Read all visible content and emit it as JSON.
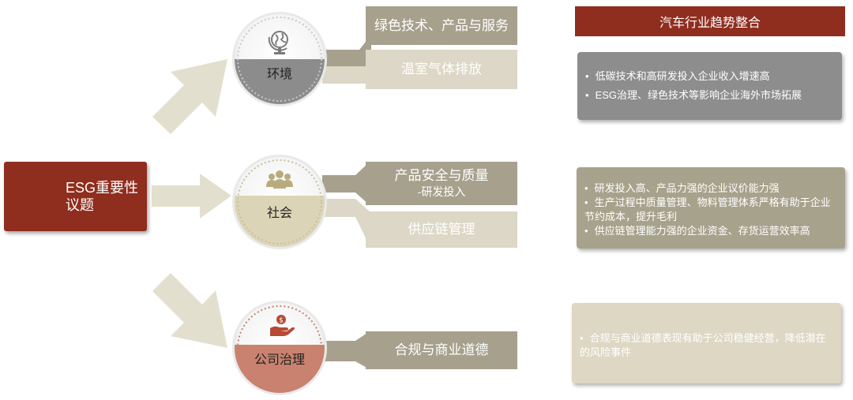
{
  "root": {
    "label": "ESG重要性议题",
    "icon": "storefront-icon"
  },
  "pillars": [
    {
      "label": "环境",
      "icon": "globe-icon",
      "topics": [
        {
          "label": "绿色技术、产品与服务"
        },
        {
          "label": "温室气体排放"
        }
      ]
    },
    {
      "label": "社会",
      "icon": "people-group-icon",
      "topics": [
        {
          "label": "产品安全与质量",
          "sub": "-研发投入"
        },
        {
          "label": "供应链管理"
        }
      ]
    },
    {
      "label": "公司治理",
      "icon": "hand-money-icon",
      "topics": [
        {
          "label": "合规与商业道德"
        }
      ]
    }
  ],
  "trends": {
    "header": "汽车行业趋势整合",
    "groups": [
      {
        "items": [
          "低碳技术和高研发投入企业收入增速高",
          "ESG治理、绿色技术等影响企业海外市场拓展"
        ]
      },
      {
        "items": [
          "研发投入高、产品力强的企业议价能力强",
          "生产过程中质量管理、物料管理体系严格有助于企业节约成本，提升毛利",
          "供应链管理能力强的企业资金、存货运营效率高"
        ]
      },
      {
        "items": [
          "合规与商业道德表现有助于公司稳健经营，降低潜在的风险事件"
        ]
      }
    ]
  },
  "colors": {
    "accent": "#8f2d1e",
    "arrow": "#e3dfcf",
    "env_band": "#8c8c8c",
    "soc_band": "#dcd4b6",
    "gov_band": "#c9826f",
    "topic_dark": "#a6a08d",
    "topic_light": "#dcd7c6",
    "trend_gray": "#8d8d8d",
    "trend_olive": "#a7a28c",
    "trend_cream": "#ddd7c4"
  }
}
